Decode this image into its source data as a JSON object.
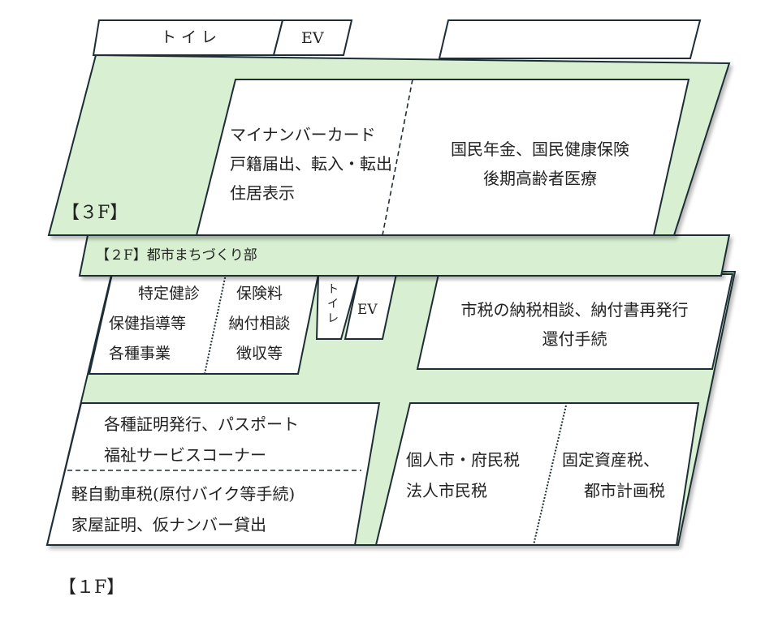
{
  "colors": {
    "corridor": "#d8efd1",
    "room": "#ffffff",
    "outline": "#1f2d36",
    "text": "#222222"
  },
  "floor3": {
    "label": "【３F】",
    "top_rooms": {
      "toilet": "トイレ",
      "ev": "EV"
    },
    "left_room": {
      "lines": [
        "マイナンバーカード",
        "戸籍届出、転入・転出",
        "住居表示"
      ]
    },
    "right_room": {
      "lines": [
        "国民年金、国民健康保険",
        "後期高齢者医療"
      ]
    }
  },
  "floor2": {
    "label": "【２F】都市まちづくり部"
  },
  "floor1": {
    "label": "【１F】",
    "health_room": {
      "lines": [
        "特定健診",
        "保健指導等",
        "各種事業"
      ]
    },
    "insurance_room": {
      "lines": [
        "保険料",
        "納付相談",
        "徴収等"
      ]
    },
    "toilet": "トイレ",
    "ev": "EV",
    "tax_consult_room": {
      "lines": [
        "市税の納税相談、納付書再発行",
        "還付手続"
      ]
    },
    "certificate_room": {
      "lines": [
        "各種証明発行、パスポート",
        "福祉サービスコーナー"
      ]
    },
    "vehicle_room": {
      "lines": [
        "軽自動車税(原付バイク等手続)",
        "家屋証明、仮ナンバー貸出"
      ]
    },
    "resident_tax_room": {
      "lines": [
        "個人市・府民税",
        "法人市民税"
      ]
    },
    "property_tax_room": {
      "lines": [
        "固定資産税、",
        "都市計画税"
      ]
    }
  }
}
